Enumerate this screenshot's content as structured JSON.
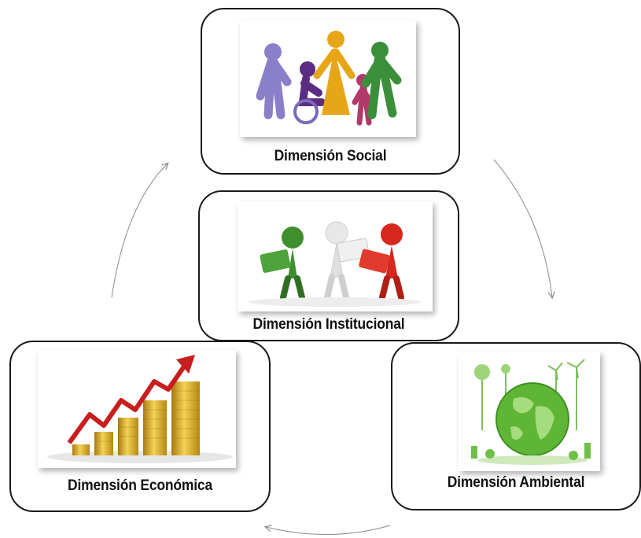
{
  "cards": {
    "social": {
      "label": "Dimensión Social",
      "icon": "family-people-icon"
    },
    "institucional": {
      "label": "Dimensión Institucional",
      "icon": "puzzle-people-icon"
    },
    "economica": {
      "label": "Dimensión Económica",
      "icon": "coins-growth-icon"
    },
    "ambiental": {
      "label": "Dimensión Ambiental",
      "icon": "green-earth-icon"
    }
  },
  "colors": {
    "border": "#1a1a1a",
    "arrow": "#8a8a8a",
    "puzzle_green": "#3f8f2e",
    "puzzle_white": "#e8e8e8",
    "puzzle_red": "#d6281e",
    "coin_gold": "#e0b21a",
    "growth_arrow": "#c81e1e",
    "earth_green": "#5fb535"
  }
}
